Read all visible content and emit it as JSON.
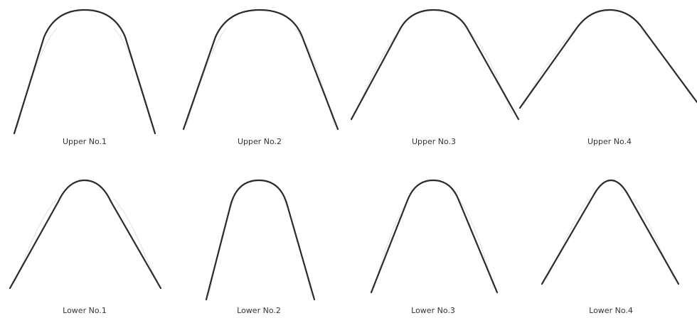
{
  "upper": [
    {
      "label": "Upper No.1"
    },
    {
      "label": "Upper No.2"
    },
    {
      "label": "Upper No.3"
    },
    {
      "label": "Upper No.4"
    }
  ],
  "lower": [
    {
      "label": "Lower No.1"
    },
    {
      "label": "Lower No.2"
    },
    {
      "label": "Lower No.3"
    },
    {
      "label": "Lower No.4"
    }
  ],
  "colors": {
    "curve": "#2b2b2b",
    "caption": "#333333",
    "background": "#ffffff"
  }
}
